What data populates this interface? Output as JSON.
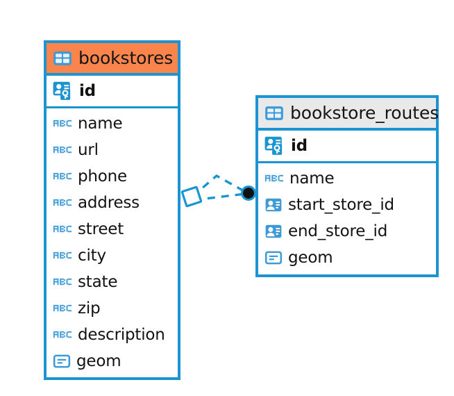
{
  "diagram": {
    "type": "entity-relationship-diagram",
    "background_color": "#ffffff",
    "accent_color": "#1b94d1",
    "highlight_color": "#f9854c",
    "header_gray": "#e9e9e9",
    "text_color": "#121212"
  },
  "entities": [
    {
      "name": "bookstores",
      "title": "bookstores",
      "header_style": "orange",
      "header_icon": "table-icon",
      "primary_key": {
        "label": "id",
        "icon": "key-field-icon"
      },
      "fields": [
        {
          "label": "name",
          "icon": "abc-text-icon"
        },
        {
          "label": "url",
          "icon": "abc-text-icon"
        },
        {
          "label": "phone",
          "icon": "abc-text-icon"
        },
        {
          "label": "address",
          "icon": "abc-text-icon"
        },
        {
          "label": "street",
          "icon": "abc-text-icon"
        },
        {
          "label": "city",
          "icon": "abc-text-icon"
        },
        {
          "label": "state",
          "icon": "abc-text-icon"
        },
        {
          "label": "zip",
          "icon": "abc-text-icon"
        },
        {
          "label": "description",
          "icon": "abc-text-icon"
        },
        {
          "label": "geom",
          "icon": "geometry-icon"
        }
      ]
    },
    {
      "name": "bookstore_routes",
      "title": "bookstore_routes",
      "header_style": "gray",
      "header_icon": "table-icon",
      "primary_key": {
        "label": "id",
        "icon": "key-field-icon"
      },
      "fields": [
        {
          "label": "name",
          "icon": "abc-text-icon"
        },
        {
          "label": "start_store_id",
          "icon": "foreign-key-icon"
        },
        {
          "label": "end_store_id",
          "icon": "foreign-key-icon"
        },
        {
          "label": "geom",
          "icon": "geometry-icon"
        }
      ]
    }
  ],
  "relationships": [
    {
      "from_entity": "bookstore_routes",
      "from_field": "start_store_id",
      "to_entity": "bookstores",
      "to_field": "id",
      "line_style": "dashed",
      "source_marker": "filled-circle",
      "target_marker": "diamond",
      "color": "#1b94d1"
    },
    {
      "from_entity": "bookstore_routes",
      "from_field": "end_store_id",
      "to_entity": "bookstores",
      "to_field": "id",
      "line_style": "dashed",
      "source_marker": "filled-circle",
      "target_marker": "diamond",
      "color": "#1b94d1"
    }
  ]
}
